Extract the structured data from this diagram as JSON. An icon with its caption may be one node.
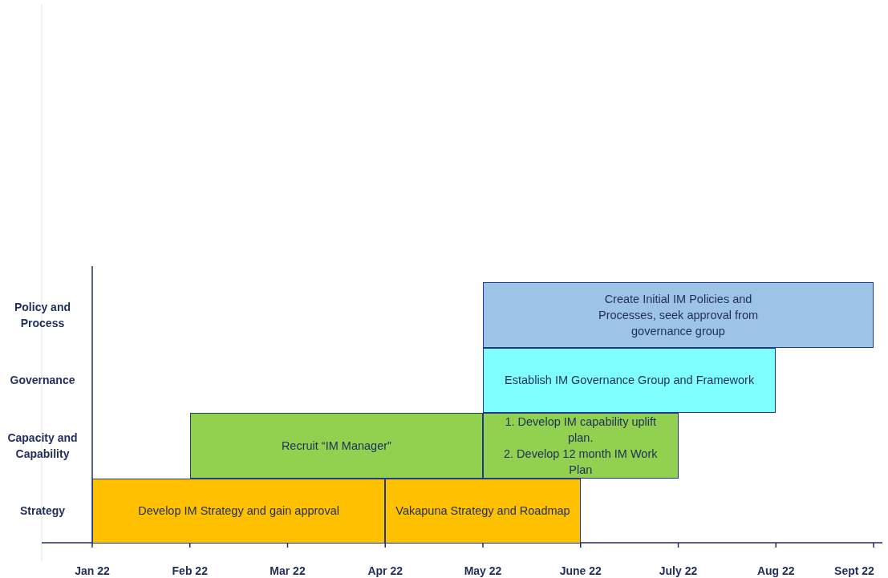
{
  "diagram": {
    "nodes": [
      {
        "text": [
          "Create Initial IM Policies and Processes, seek approval from governance group"
        ]
      },
      {
        "text": [
          "Establish IM Governance Group and Framework"
        ]
      },
      {
        "text": [
          "Recruit “IM Manager”"
        ]
      },
      {
        "text": [
          "1. Develop IM capability uplift plan.",
          "2. Develop 12 month IM Work Plan"
        ]
      },
      {
        "text": [
          "Develop IM Strategy and gain approval"
        ]
      },
      {
        "text": [
          "Vakapuna Strategy and Roadmap"
        ]
      }
    ],
    "labels": [
      "Policy and Process",
      "Governance",
      "Capacity and Capability",
      "Strategy",
      "Jan 22",
      "Feb 22",
      "Mar 22",
      "Apr 22",
      "May 22",
      "June 22",
      "July 22",
      "Aug 22",
      "Sept 22"
    ]
  }
}
